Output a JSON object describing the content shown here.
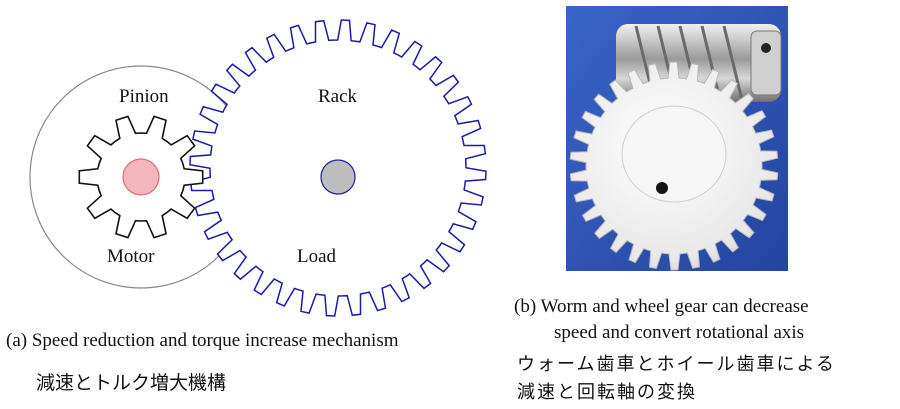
{
  "diagram": {
    "labels": {
      "pinion": "Pinion",
      "motor": "Motor",
      "rack": "Rack",
      "load": "Load"
    },
    "colors": {
      "pinion_gear": "#111111",
      "rack_gear": "#1a1aa8",
      "pinion_hub": "#f4b6bd",
      "rack_hub": "#bdbdbd",
      "circle": "#888888"
    },
    "pinion_teeth": 10,
    "rack_teeth": 36
  },
  "photo": {
    "background": "#2f56b8"
  },
  "captions": {
    "a_label": "(a)  Speed reduction and torque increase mechanism",
    "a_jp": "減速とトルク増大機構",
    "b_line1": "(b) Worm and wheel gear can decrease",
    "b_line2": "speed and convert rotational axis",
    "b_jp1": "ウォーム歯車とホイール歯車による",
    "b_jp2": "減速と回転軸の変換"
  }
}
